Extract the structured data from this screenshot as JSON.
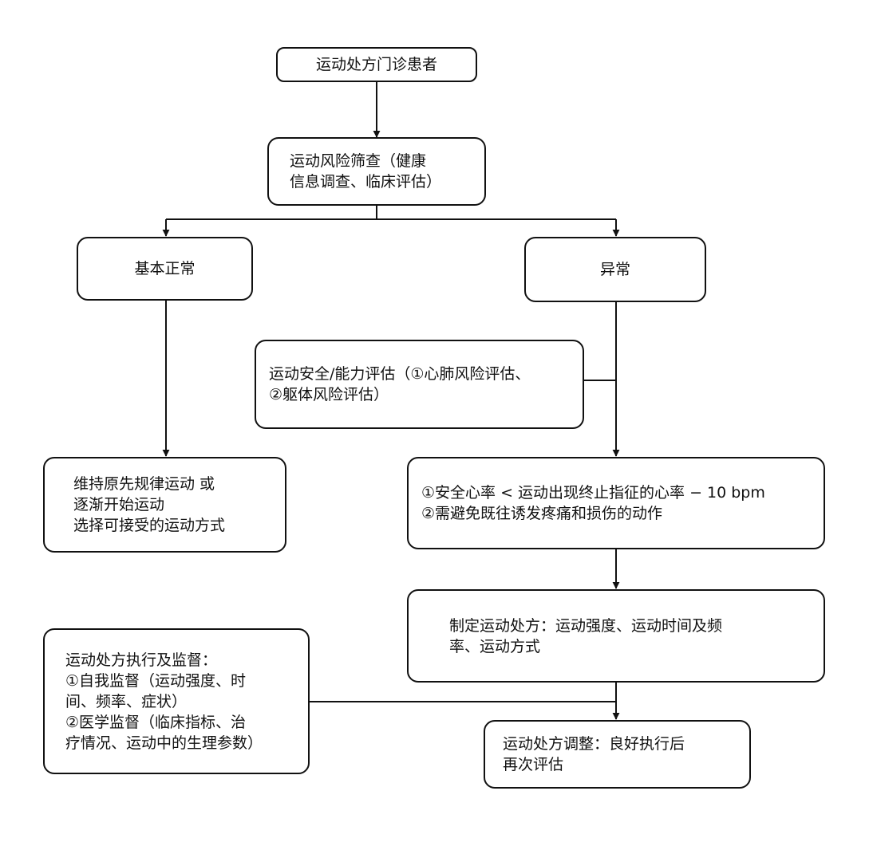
{
  "nodes": {
    "patient": {
      "lines": [
        "运动处方门诊患者"
      ]
    },
    "screening": {
      "lines": [
        "运动风险筛查（健康",
        "信息调查、临床评估）"
      ]
    },
    "normal": {
      "lines": [
        "基本正常"
      ]
    },
    "abnormal": {
      "lines": [
        "异常"
      ]
    },
    "safety_eval": {
      "lines": [
        "运动安全/能力评估（①心肺风险评估、",
        "②躯体风险评估）"
      ]
    },
    "maintain": {
      "lines": [
        "维持原先规律运动 或",
        "逐渐开始运动",
        "选择可接受的运动方式"
      ]
    },
    "heart_rate": {
      "lines": [
        "①安全心率 < 运动出现终止指征的心率 − 10 bpm",
        "②需避免既往诱发疼痛和损伤的动作"
      ]
    },
    "prescription": {
      "lines": [
        "制定运动处方：运动强度、运动时间及频",
        "率、运动方式"
      ]
    },
    "supervision": {
      "lines": [
        "运动处方执行及监督：",
        "①自我监督（运动强度、时",
        "间、频率、症状）",
        "②医学监督（临床指标、治",
        "疗情况、运动中的生理参数）"
      ]
    },
    "adjustment": {
      "lines": [
        "运动处方调整：良好执行后",
        "再次评估"
      ]
    }
  },
  "colors": {
    "stroke": "#111111",
    "background": "#ffffff"
  }
}
